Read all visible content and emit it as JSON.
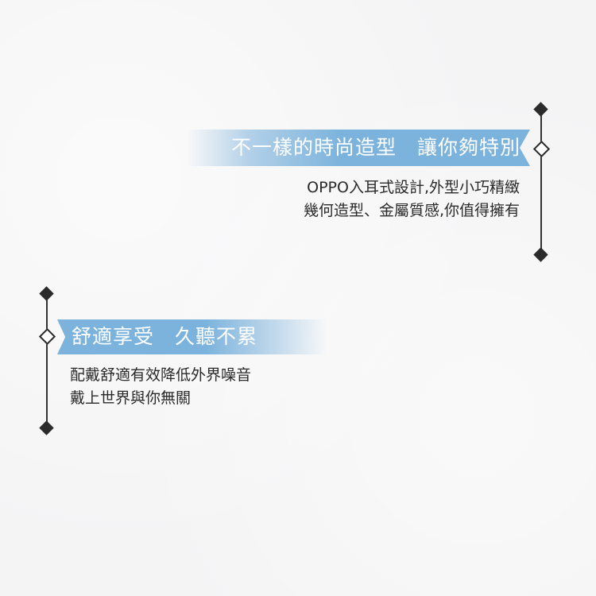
{
  "feature_right": {
    "title": "不一樣的時尚造型　讓你夠特別",
    "line1": "OPPO入耳式設計,外型小巧精緻",
    "line2": "幾何造型、金屬質感,你值得擁有"
  },
  "feature_left": {
    "title": "舒適享受　久聽不累",
    "line1": "配戴舒適有效降低外界噪音",
    "line2": "戴上世界與你無關"
  },
  "colors": {
    "banner": "#7cb3dc",
    "line": "#2b2b2b",
    "text": "#2a2a2a",
    "background": "#f4f4f5"
  }
}
